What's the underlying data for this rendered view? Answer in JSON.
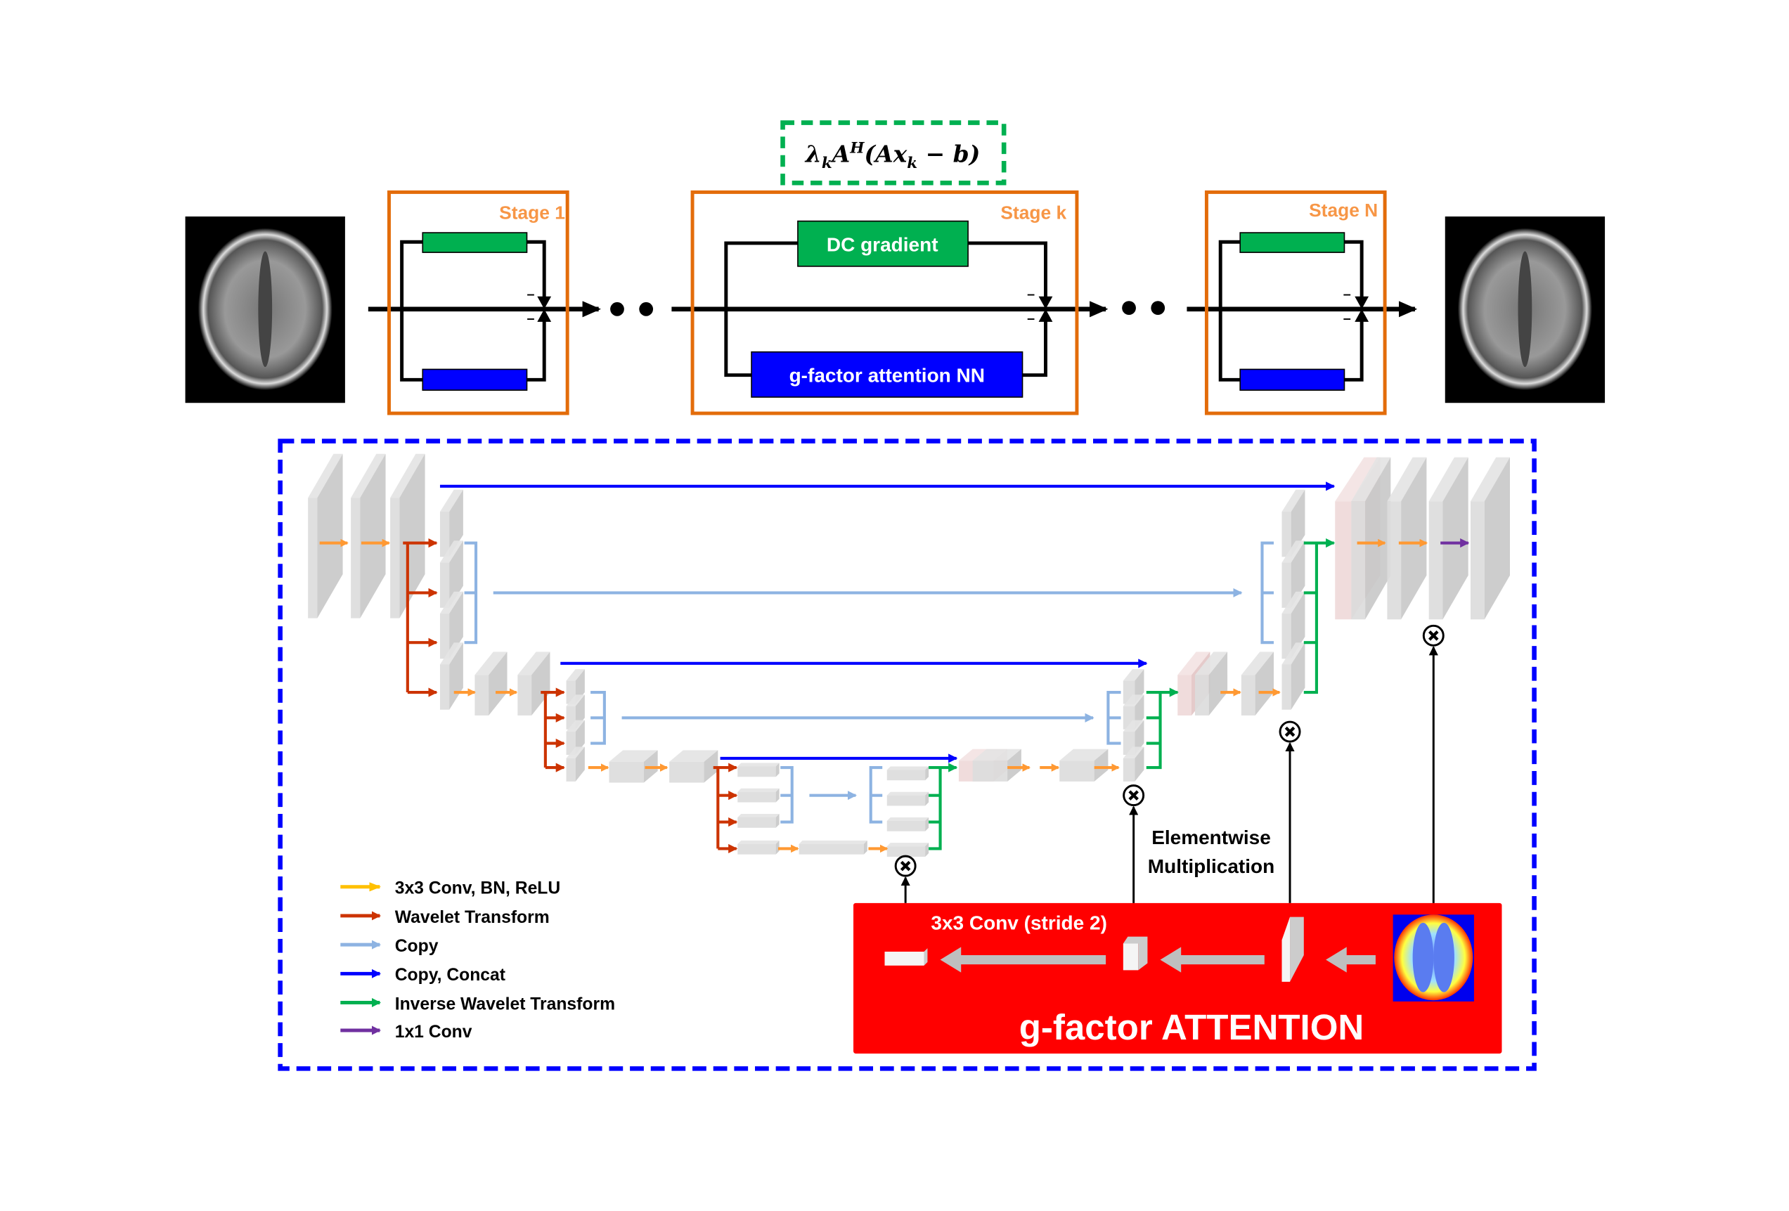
{
  "pipeline": {
    "stages": [
      {
        "label": "Stage 1"
      },
      {
        "label": "Stage k",
        "top_block": "DC gradient",
        "bottom_block": "g-factor attention NN"
      },
      {
        "label": "Stage N"
      }
    ],
    "formula": {
      "lambda": "λ",
      "sub1": "k",
      "A": "A",
      "sup": "H",
      "open": "(Ax",
      "sub2": "k",
      "close": " − b)"
    },
    "minus_sign": "–"
  },
  "attention": {
    "conv_label": "3x3 Conv (stride 2)",
    "title": "g-factor ATTENTION",
    "elementwise_line1": "Elementwise",
    "elementwise_line2": "Multiplication"
  },
  "legend": [
    {
      "label": "3x3 Conv, BN, ReLU",
      "color": "#ffc000"
    },
    {
      "label": "Wavelet Transform",
      "color": "#cc3300"
    },
    {
      "label": "Copy",
      "color": "#8db3e2"
    },
    {
      "label": "Copy, Concat",
      "color": "#0000ff"
    },
    {
      "label": "Inverse Wavelet Transform",
      "color": "#00b050"
    },
    {
      "label": "1x1 Conv",
      "color": "#7030a0"
    }
  ],
  "colors": {
    "stage_border": "#e36c0a",
    "stage_label": "#f79646",
    "dc_block": "#00b050",
    "nn_block": "#0000ff",
    "formula_border": "#00b050",
    "unet_border": "#0000ff",
    "attention_bg": "#ff0000",
    "conv_arrow": "#ff9933"
  }
}
